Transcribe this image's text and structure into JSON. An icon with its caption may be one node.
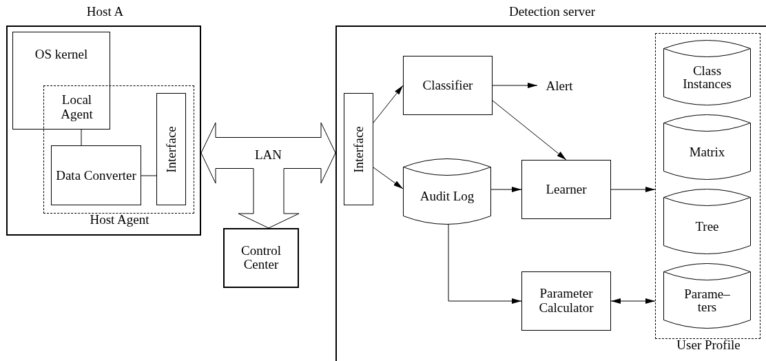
{
  "diagram": {
    "nodes": [
      {
        "text": [
          "Host A"
        ]
      },
      {
        "text": [
          "OS kernel"
        ],
        "in": 0
      },
      {
        "text": [
          "Host Agent"
        ],
        "in": 0
      },
      {
        "text": [
          "Local Agent"
        ]
      },
      {
        "text": [
          "Data Converter"
        ],
        "in": 2
      },
      {
        "text": [
          "Interface"
        ],
        "in": 2
      },
      {
        "text": [
          "Control Center"
        ]
      },
      {
        "text": [
          "Detection server"
        ]
      },
      {
        "text": [
          "Interface"
        ],
        "in": 7
      },
      {
        "text": [
          "Classifier"
        ],
        "in": 7
      },
      {
        "text": [
          "Alert"
        ],
        "in": 7
      },
      {
        "text": [
          "Audit Log"
        ],
        "in": 7
      },
      {
        "text": [
          "Learner"
        ],
        "in": 7
      },
      {
        "text": [
          "Parameter Calculator"
        ],
        "in": 7
      },
      {
        "text": [
          "User Profile"
        ],
        "in": 7
      },
      {
        "text": [
          "Class Instances"
        ],
        "in": 14
      },
      {
        "text": [
          "Matrix"
        ],
        "in": 14
      },
      {
        "text": [
          "Tree"
        ],
        "in": 14
      },
      {
        "text": [
          "Parame– ters"
        ],
        "in": 14
      }
    ],
    "edges": [
      {
        "from": 3,
        "to": 4,
        "arrow": "none"
      },
      {
        "from": 4,
        "to": 5,
        "arrow": "none"
      },
      {
        "from": 8,
        "to": 9,
        "arrow": "to"
      },
      {
        "from": 8,
        "to": 11,
        "arrow": "to"
      },
      {
        "from": 9,
        "to": 10,
        "arrow": "to"
      },
      {
        "from": 9,
        "to": 12,
        "arrow": "to"
      },
      {
        "from": 11,
        "to": 12,
        "arrow": "to"
      },
      {
        "from": 12,
        "to": 14,
        "arrow": "to"
      },
      {
        "from": 11,
        "to": 13,
        "arrow": "to"
      },
      {
        "from": 13,
        "to": 14,
        "arrow": "both"
      },
      {
        "from": 0,
        "to": 7,
        "arrow": "both",
        "label": "LAN"
      },
      {
        "from": 0,
        "to": 6,
        "arrow": "both"
      },
      {
        "from": 7,
        "to": 6,
        "arrow": "both"
      }
    ]
  }
}
